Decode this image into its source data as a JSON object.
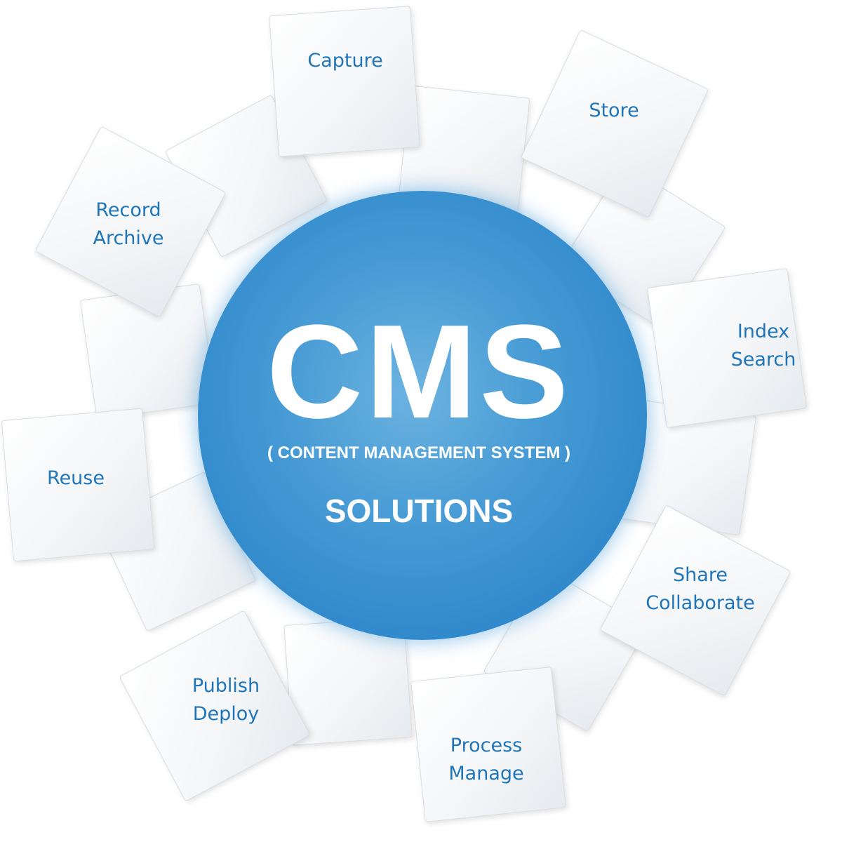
{
  "hub": {
    "title": "CMS",
    "subtitle": "( CONTENT MANAGEMENT SYSTEM )",
    "tagline": "SOLUTIONS"
  },
  "segments": [
    {
      "label": "Capture"
    },
    {
      "label": "Store"
    },
    {
      "label": "Index\nSearch"
    },
    {
      "label": "Share\nCollaborate"
    },
    {
      "label": "Process\nManage"
    },
    {
      "label": "Publish\nDeploy"
    },
    {
      "label": "Reuse"
    },
    {
      "label": "Record\nArchive"
    }
  ],
  "colors": {
    "accent": "#2f88cb",
    "label": "#1f75b8"
  }
}
